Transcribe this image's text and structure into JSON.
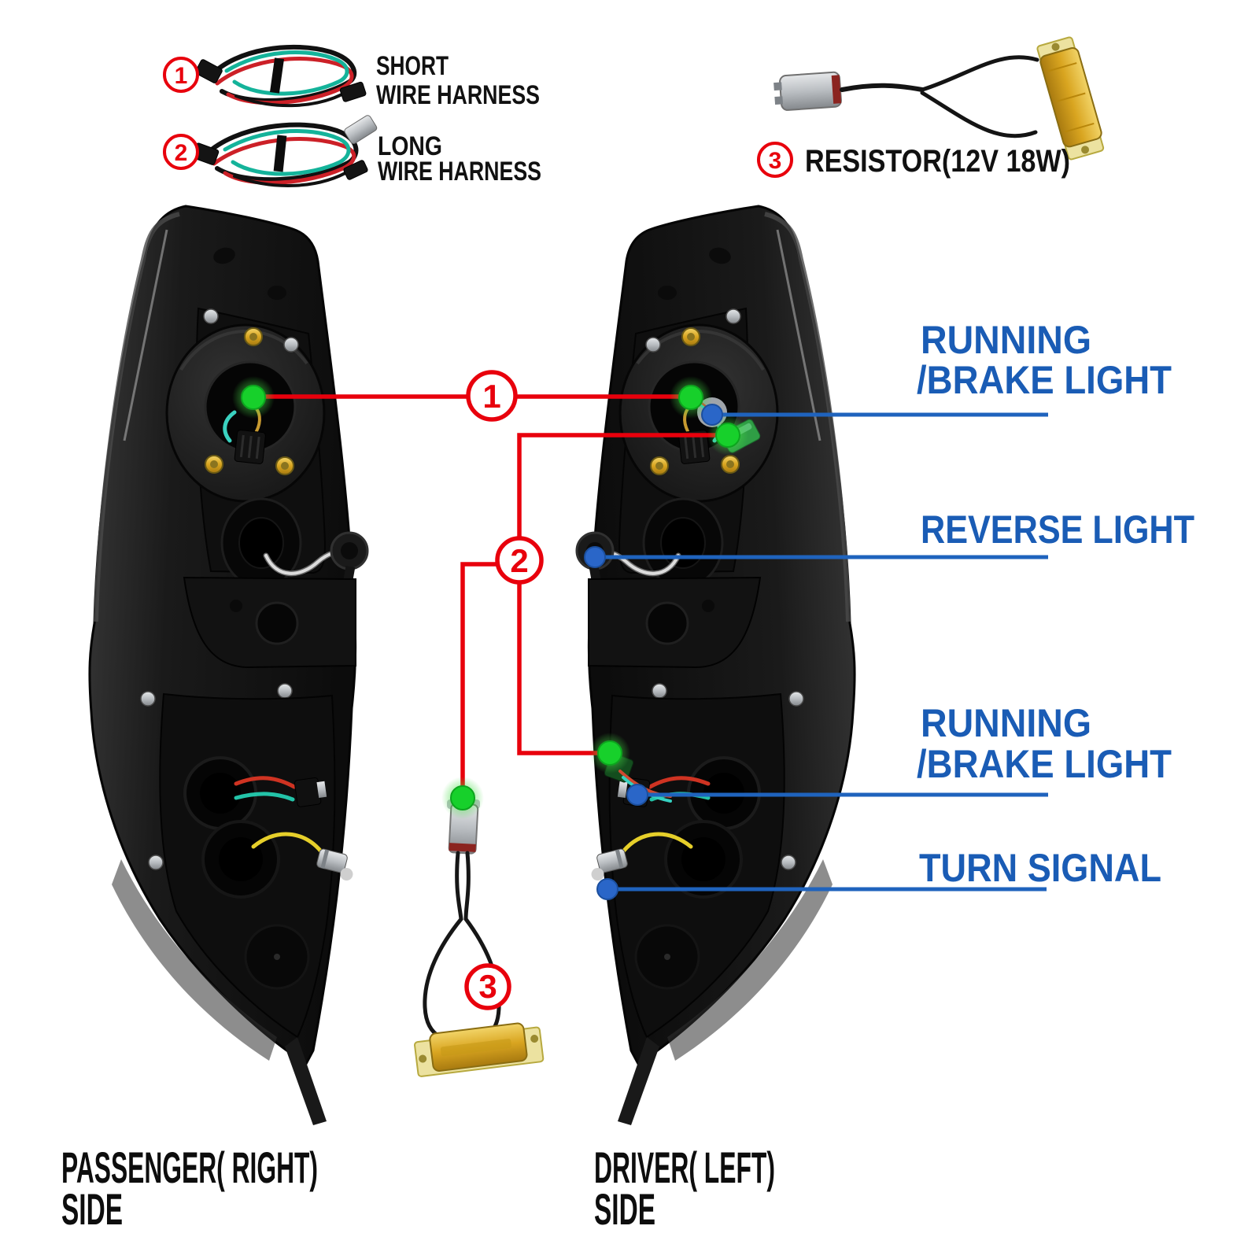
{
  "colors": {
    "callout_red": "#e8000c",
    "label_blue": "#1a5cb5",
    "line_blue": "#1f63bd",
    "indicator_green": "#17d02b",
    "indicator_blue": "#2a66c8",
    "resistor_gold": "#d9a520",
    "harness_teal": "#14b39a",
    "harness_red": "#cc2027"
  },
  "legend": {
    "item1": {
      "number": "1",
      "line1": "SHORT",
      "line2": "WIRE HARNESS"
    },
    "item2": {
      "number": "2",
      "line1": "LONG",
      "line2": "WIRE HARNESS"
    },
    "item3": {
      "number": "3",
      "label": "RESISTOR(12V 18W)"
    }
  },
  "callouts": {
    "c1": "1",
    "c2": "2",
    "c3": "3"
  },
  "labels": {
    "running_brake_top": {
      "line1": "RUNNING",
      "line2": "/BRAKE LIGHT"
    },
    "reverse": {
      "line1": "REVERSE LIGHT"
    },
    "running_brake_bottom": {
      "line1": "RUNNING",
      "line2": "/BRAKE LIGHT"
    },
    "turn_signal": {
      "line1": "TURN SIGNAL"
    }
  },
  "sides": {
    "passenger": {
      "line1": "PASSENGER( RIGHT)",
      "line2": "SIDE"
    },
    "driver": {
      "line1": "DRIVER( LEFT)",
      "line2": "SIDE"
    }
  }
}
